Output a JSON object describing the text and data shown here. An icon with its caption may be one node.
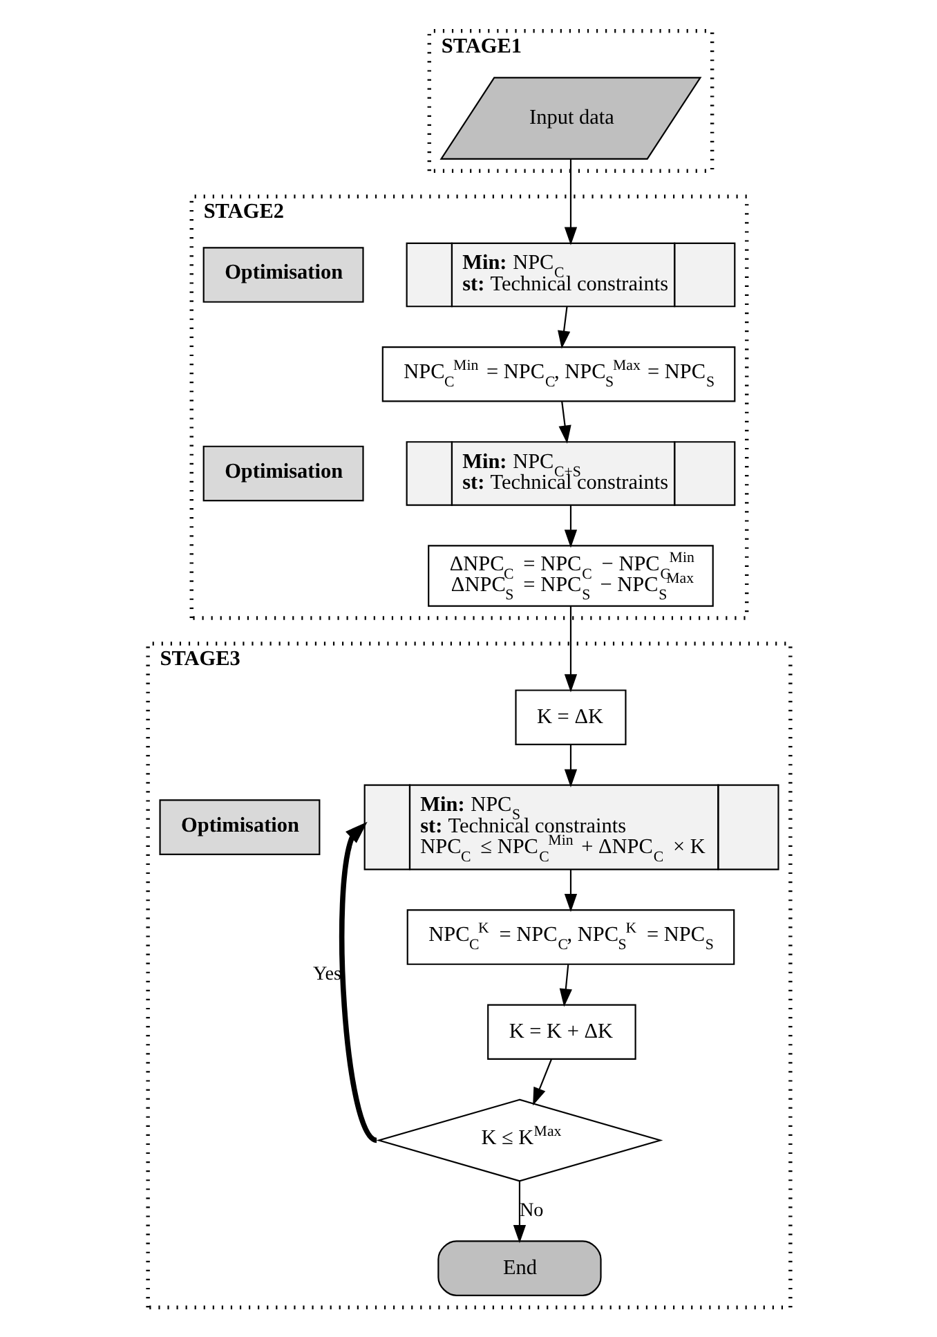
{
  "diagram": {
    "nodes": [
      {
        "text": [
          "STAGE1"
        ]
      },
      {
        "text": [
          "Input data"
        ],
        "in": 0
      },
      {
        "text": [
          "STAGE2"
        ]
      },
      {
        "text": [
          "Optimisation"
        ],
        "in": 2
      },
      {
        "text": [
          "**Min:** NPC$_{C}$",
          "**st:** Technical constraints"
        ],
        "in": 2
      },
      {
        "text": [
          "NPC$_{C}$$^{Min}$ = NPC$_{C}$, NPC$_{S}$$^{Max}$ = NPC$_{S}$"
        ],
        "in": 2
      },
      {
        "text": [
          "Optimisation"
        ],
        "in": 2
      },
      {
        "text": [
          "**Min:** NPC$_{C+S}$",
          "**st:** Technical constraints"
        ],
        "in": 2
      },
      {
        "text": [
          "ΔNPC$_{C}$ = NPC$_{C}$ − NPC$_{C}$$^{Min}$",
          "ΔNPC$_{S}$ = NPC$_{S}$ − NPC$_{S}$$^{Max}$"
        ],
        "in": 2
      },
      {
        "text": [
          "STAGE3"
        ]
      },
      {
        "text": [
          "K = ΔK"
        ],
        "in": 9
      },
      {
        "text": [
          "Optimisation"
        ],
        "in": 9
      },
      {
        "text": [
          "**Min:** NPC$_{S}$",
          "**st:** Technical constraints",
          "NPC$_{C}$ ≤ NPC$_{C}$$^{Min}$ + ΔNPC$_{C}$ × K"
        ],
        "in": 9
      },
      {
        "text": [
          "NPC$_{C}$$^{K}$ = NPC$_{C}$, NPC$_{S}$$^{K}$ = NPC$_{S}$"
        ],
        "in": 9
      },
      {
        "text": [
          "K = K + ΔK"
        ],
        "in": 9
      },
      {
        "text": [
          "K ≤ K$^{Max}$"
        ],
        "in": 9
      },
      {
        "text": [
          "End"
        ],
        "in": 9
      }
    ],
    "edges": [
      {
        "from": 1,
        "to": 4,
        "arrow": "to"
      },
      {
        "from": 4,
        "to": 5,
        "arrow": "to"
      },
      {
        "from": 5,
        "to": 7,
        "arrow": "to"
      },
      {
        "from": 7,
        "to": 8,
        "arrow": "to"
      },
      {
        "from": 8,
        "to": 10,
        "arrow": "to"
      },
      {
        "from": 10,
        "to": 12,
        "arrow": "to"
      },
      {
        "from": 12,
        "to": 13,
        "arrow": "to"
      },
      {
        "from": 13,
        "to": 14,
        "arrow": "to"
      },
      {
        "from": 14,
        "to": 15,
        "arrow": "to"
      },
      {
        "from": 15,
        "to": 12,
        "arrow": "to",
        "label": "Yes",
        "style": "thick"
      },
      {
        "from": 15,
        "to": 16,
        "arrow": "to",
        "label": "No"
      }
    ]
  }
}
